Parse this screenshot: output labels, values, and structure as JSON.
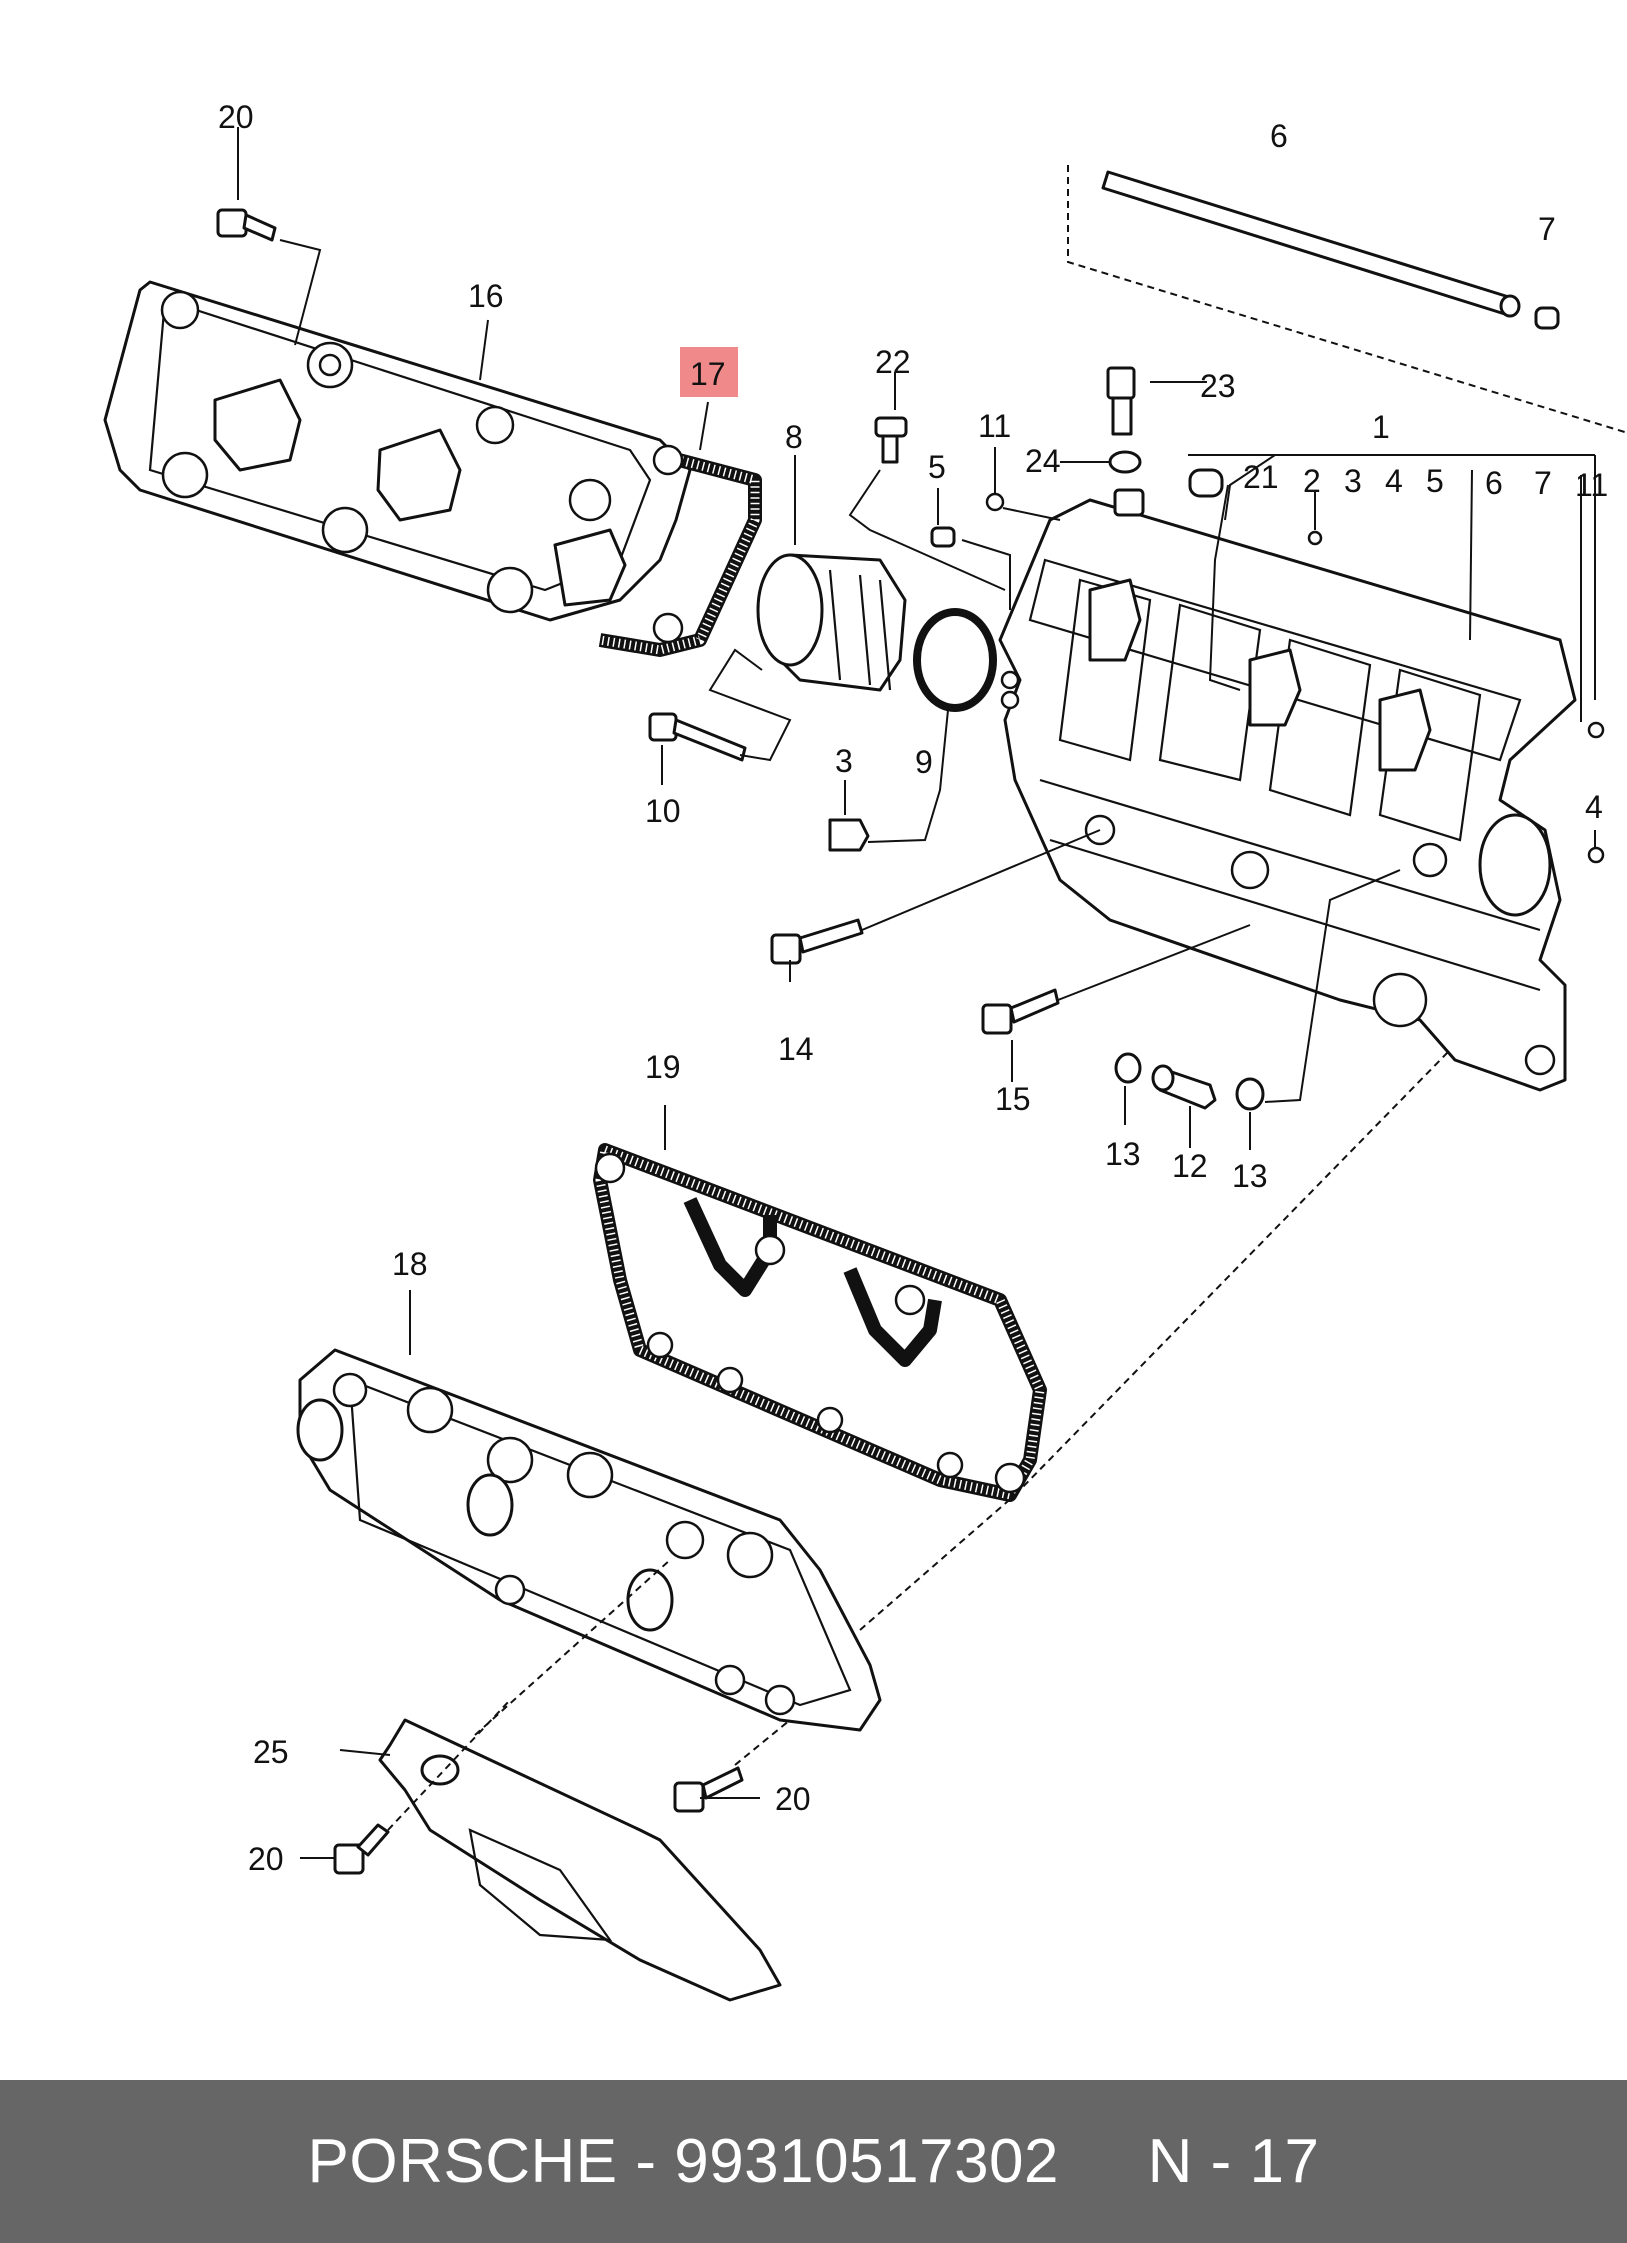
{
  "diagram": {
    "callouts": [
      {
        "id": "c20a",
        "text": "20"
      },
      {
        "id": "c16",
        "text": "16"
      },
      {
        "id": "c17",
        "text": "17",
        "highlight": true
      },
      {
        "id": "c22",
        "text": "22"
      },
      {
        "id": "c8",
        "text": "8"
      },
      {
        "id": "c6top",
        "text": "6"
      },
      {
        "id": "c7top",
        "text": "7"
      },
      {
        "id": "c23",
        "text": "23"
      },
      {
        "id": "c24",
        "text": "24"
      },
      {
        "id": "c11a",
        "text": "11"
      },
      {
        "id": "c5a",
        "text": "5"
      },
      {
        "id": "c21",
        "text": "21"
      },
      {
        "id": "c1",
        "text": "1"
      },
      {
        "id": "g2",
        "text": "2"
      },
      {
        "id": "g3",
        "text": "3"
      },
      {
        "id": "g4",
        "text": "4"
      },
      {
        "id": "g5",
        "text": "5"
      },
      {
        "id": "g6",
        "text": "6"
      },
      {
        "id": "g7",
        "text": "7"
      },
      {
        "id": "g11",
        "text": "11"
      },
      {
        "id": "c4",
        "text": "4"
      },
      {
        "id": "c10",
        "text": "10"
      },
      {
        "id": "c3",
        "text": "3"
      },
      {
        "id": "c9",
        "text": "9"
      },
      {
        "id": "c14",
        "text": "14"
      },
      {
        "id": "c15",
        "text": "15"
      },
      {
        "id": "c13a",
        "text": "13"
      },
      {
        "id": "c12",
        "text": "12"
      },
      {
        "id": "c13b",
        "text": "13"
      },
      {
        "id": "c19",
        "text": "19"
      },
      {
        "id": "c18",
        "text": "18"
      },
      {
        "id": "c25",
        "text": "25"
      },
      {
        "id": "c20b",
        "text": "20"
      },
      {
        "id": "c20c",
        "text": "20"
      }
    ],
    "highlight_color": "#f08a8a"
  },
  "footer": {
    "brand": "PORSCHE",
    "separator": " - ",
    "part_number": "99310517302",
    "gap": "     ",
    "ref": "N - 17",
    "background": "#666666",
    "text_color": "#ffffff"
  }
}
